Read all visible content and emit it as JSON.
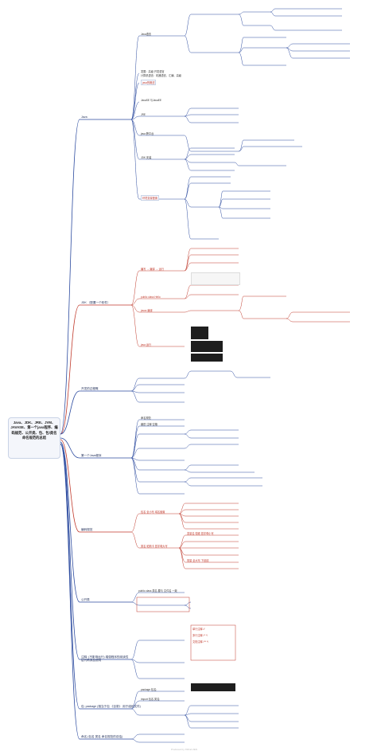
{
  "root": {
    "title": "Java、JDK、JRE、JVM、JAVASE、第一个java程序、编码规范、公开类、包、包/类名 命名规范的总结"
  },
  "branches": [
    {
      "label": "Java",
      "color": "#2b4a9f"
    },
    {
      "label": "JDK （配置一个软件）",
      "color": "#c0392b"
    },
    {
      "label": "开发的过程概",
      "color": "#2b4a9f"
    },
    {
      "label": "第一个Java程序",
      "color": "#2b4a9f"
    },
    {
      "label": "编码规范",
      "color": "#c0392b"
    },
    {
      "label": "公开类",
      "color": "#2b4a9f"
    },
    {
      "label": "注释: (不影响运行) 增强程序的阅读性 给代码添加说明",
      "color": "#2b4a9f"
    },
    {
      "label": "包: package (相当于包 《目录》 用于组织文件)",
      "color": "#2b4a9f"
    },
    {
      "label": "命名 (包名 类名 命名规范的总结)",
      "color": "#2b4a9f"
    }
  ],
  "nodes": {
    "java_intro": "Java语言",
    "java_sub1": "发展：高级 开发语言",
    "java_sub2": "计算机语言：机器语言、汇编、高级",
    "java_note": "java的概述",
    "jvm": "JavaSE 与JavaEE",
    "jre": "JRE",
    "cross": "java 跨平台",
    "jdk_install": "JDK 安装",
    "jdk_path": "环境变量配置",
    "dev_process": "编写 → 编译 → 运行",
    "hello": "public class Hello",
    "javac": "javac 编译",
    "java_run": "java 运行",
    "naming": "命名规范",
    "indent": "缩进 注释 空格",
    "public_class": "public class 类名 要与 文件名 一致",
    "single_comment": "单行注释 //",
    "multi_comment": "多行注释 /* */",
    "doc_comment": "文档注释 /** */",
    "package_decl": "package 包名;",
    "import_decl": "import 包名.类名;",
    "pkg_rule": "包名 全小写 域名倒置",
    "class_rule": "类名 帕斯卡 首字母大写",
    "var_rule": "变量名 驼峰 首字母小写",
    "const_rule": "常量 全大写 下划线"
  },
  "footer": "Produced by XMind ZEN"
}
